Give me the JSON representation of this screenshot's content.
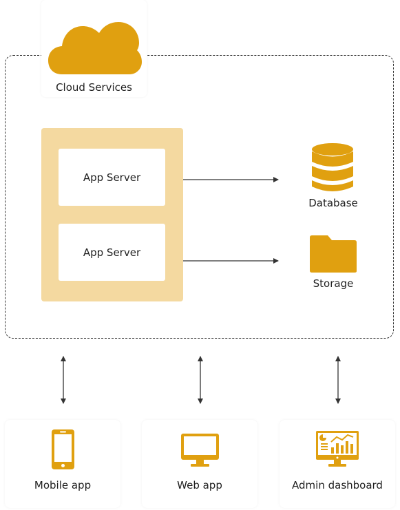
{
  "cloud": {
    "label": "Cloud Services",
    "icon": "cloud-icon"
  },
  "servers": [
    {
      "label": "App Server"
    },
    {
      "label": "App Server"
    }
  ],
  "resources": {
    "database": {
      "label": "Database",
      "icon": "database-icon"
    },
    "storage": {
      "label": "Storage",
      "icon": "folder-icon"
    }
  },
  "clients": [
    {
      "label": "Mobile app",
      "icon": "smartphone-icon"
    },
    {
      "label": "Web app",
      "icon": "monitor-icon"
    },
    {
      "label": "Admin dashboard",
      "icon": "dashboard-monitor-icon"
    }
  ],
  "colors": {
    "accent": "#e0a010",
    "server_group_bg": "#f4d9a0",
    "line": "#333333"
  }
}
